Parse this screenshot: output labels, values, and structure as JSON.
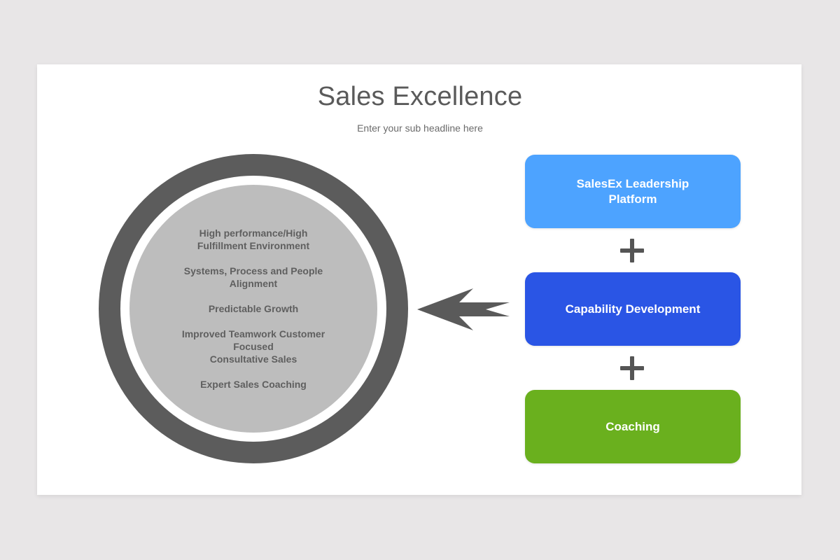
{
  "slide": {
    "title": "Sales Excellence",
    "subtitle": "Enter your sub headline here"
  },
  "circle": {
    "ring_color": "#5c5c5c",
    "fill_color": "#bdbdbd",
    "items": [
      {
        "label": "High performance/High\nFulfillment  Environment"
      },
      {
        "label": "Systems, Process and People\nAlignment"
      },
      {
        "label": "Predictable  Growth"
      },
      {
        "label": "Improved Teamwork Customer\nFocused\nConsultative  Sales"
      },
      {
        "label": "Expert Sales Coaching"
      }
    ]
  },
  "arrow": {
    "icon": "arrow-left-icon",
    "color": "#5a5a5a"
  },
  "boxes": [
    {
      "label": "SalesEx Leadership\nPlatform",
      "color": "#4da3ff"
    },
    {
      "label": "Capability Development",
      "color": "#2a55e5"
    },
    {
      "label": "Coaching",
      "color": "#6ab01e"
    }
  ],
  "connectors": [
    {
      "icon": "plus-icon",
      "symbol": "+"
    },
    {
      "icon": "plus-icon",
      "symbol": "+"
    }
  ]
}
